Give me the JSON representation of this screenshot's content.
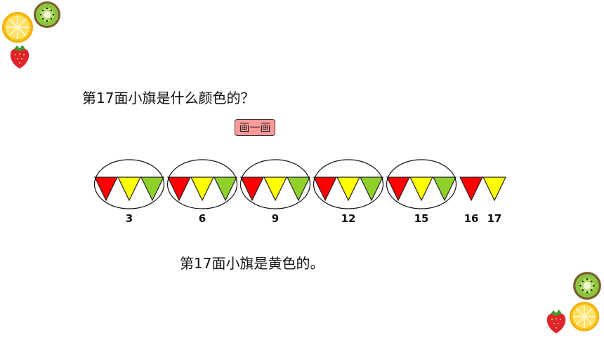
{
  "question": "第17面小旗是什么颜色的？",
  "draw_button": "画一画",
  "flags": {
    "pattern": [
      "red",
      "yellow",
      "green"
    ],
    "colors": {
      "red": "#ff0000",
      "yellow": "#ffff00",
      "green": "#8fd12a"
    },
    "total": 17,
    "groups": 5,
    "group_size": 3
  },
  "counts": [
    "3",
    "6",
    "9",
    "12",
    "15",
    "16",
    "17"
  ],
  "answer": "第17面小旗是黄色的。",
  "decorations": [
    "lemon-icon",
    "kiwi-icon",
    "strawberry-icon"
  ]
}
